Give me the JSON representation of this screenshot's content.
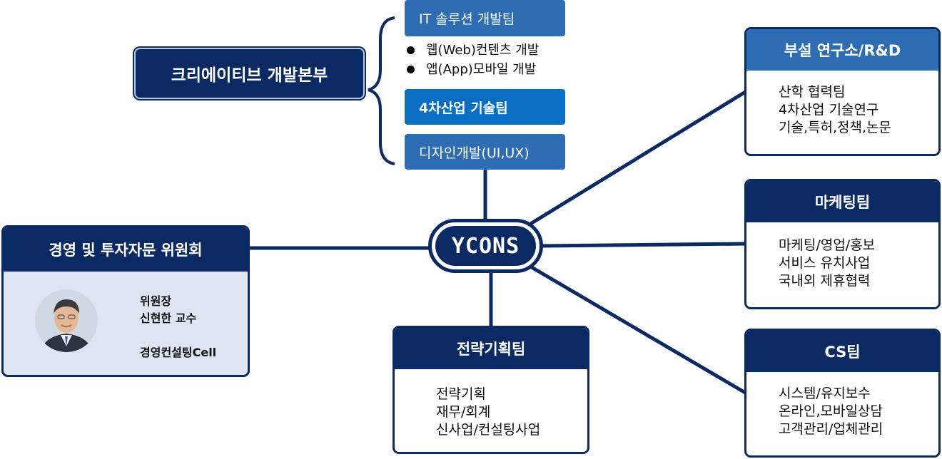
{
  "center_logo": "YCONS",
  "creative_hq": {
    "title": "크리에이티브 개발본부",
    "teams": [
      {
        "label": "IT 솔루션 개발팀"
      },
      {
        "label": "4차산업 기술팀"
      },
      {
        "label": "디자인개발(UI,UX)"
      }
    ],
    "it_sub_items": [
      "웹(Web)컨텐츠 개발",
      "앱(App)모바일 개발"
    ]
  },
  "advisory": {
    "title": "경영 및 투자자문 위원회",
    "chair_role": "위원장",
    "chair_name": "신현한 교수",
    "cell": "경영컨설팅Cell"
  },
  "strategy": {
    "title": "전략기획팀",
    "items": [
      "전략기획",
      "재무/회계",
      "신사업/컨설팅사업"
    ]
  },
  "research": {
    "title": "부설 연구소/R&D",
    "items": [
      "산학 협력팀",
      "4차산업 기술연구",
      "기술,특허,정책,논문"
    ]
  },
  "marketing": {
    "title": "마케팅팀",
    "items": [
      "마케팅/영업/홍보",
      "서비스 유치사업",
      "국내외 제휴협력"
    ]
  },
  "cs": {
    "title": "CS팀",
    "items": [
      "시스템/유지보수",
      "온라인,모바일상담",
      "고객관리/업체관리"
    ]
  },
  "colors": {
    "navy": "#0b2a63",
    "mid_blue": "#2e6db4",
    "bright_blue": "#0a6fc2",
    "pale_blue": "#dde5f3"
  }
}
